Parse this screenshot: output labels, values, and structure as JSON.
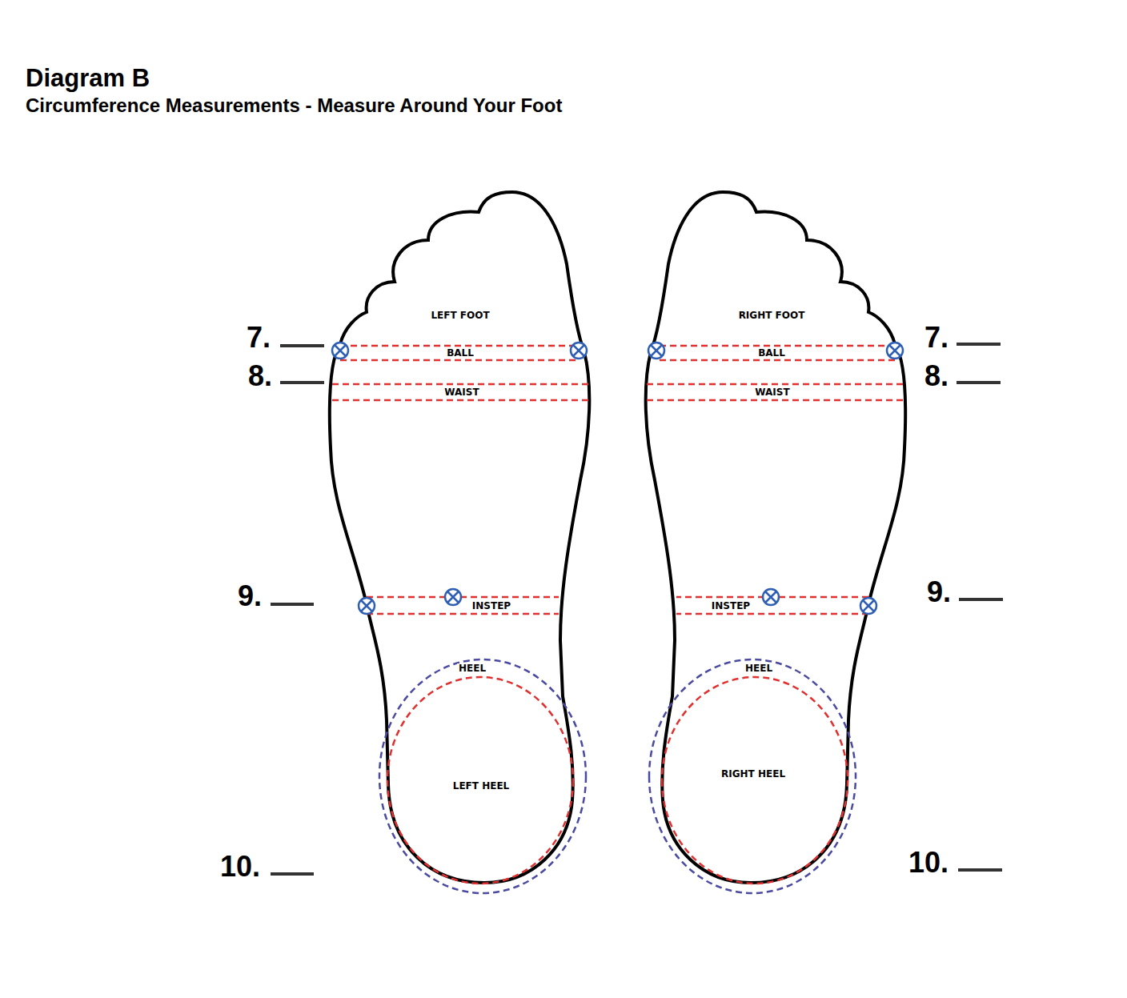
{
  "diagram": {
    "title": "Diagram B",
    "caption": "Circumference Measurements - Measure Around Your Foot",
    "nodes": [
      {
        "text": [
          "LEFT FOOT"
        ]
      },
      {
        "text": [
          "HEEL",
          "LEFT HEEL"
        ],
        "in": 0
      },
      {
        "text": [
          "RIGHT FOOT"
        ]
      },
      {
        "text": [
          "HEEL",
          "RIGHT HEEL"
        ],
        "in": 2
      }
    ],
    "labels": [
      "7.",
      "8.",
      "9.",
      "10.",
      "BALL",
      "WAIST",
      "INSTEP",
      "7.",
      "8.",
      "9.",
      "10.",
      "BALL",
      "WAIST",
      "INSTEP"
    ]
  }
}
